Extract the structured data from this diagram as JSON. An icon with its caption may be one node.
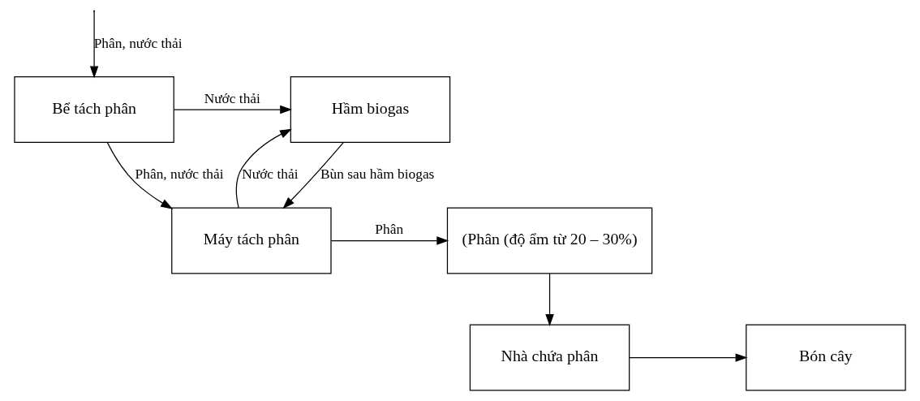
{
  "diagram": {
    "nodes": [
      {
        "text": [
          "Bể tách phân"
        ]
      },
      {
        "text": [
          "Hầm biogas"
        ]
      },
      {
        "text": [
          "(Phân (độ ẩm từ 20 – 30%)"
        ]
      },
      {
        "text": [
          "Máy tách phân"
        ]
      },
      {
        "text": [
          "Nhà chứa phân"
        ]
      },
      {
        "text": [
          "Bón cây"
        ]
      }
    ],
    "edges": [
      {
        "from": null,
        "to": 0,
        "arrow": "to",
        "label": "Phân, nước thải"
      },
      {
        "from": 0,
        "to": 1,
        "arrow": "to",
        "label": "Nước thải"
      },
      {
        "from": 0,
        "to": 3,
        "arrow": "to",
        "label": "Phân, nước thải"
      },
      {
        "from": 3,
        "to": 1,
        "arrow": "to",
        "label": "Nước thải"
      },
      {
        "from": 1,
        "to": 3,
        "arrow": "to",
        "label": "Bùn sau hầm biogas"
      },
      {
        "from": 3,
        "to": 2,
        "arrow": "to",
        "label": "Phân"
      },
      {
        "from": 2,
        "to": 4,
        "arrow": "to"
      },
      {
        "from": 4,
        "to": 5,
        "arrow": "to"
      }
    ]
  }
}
